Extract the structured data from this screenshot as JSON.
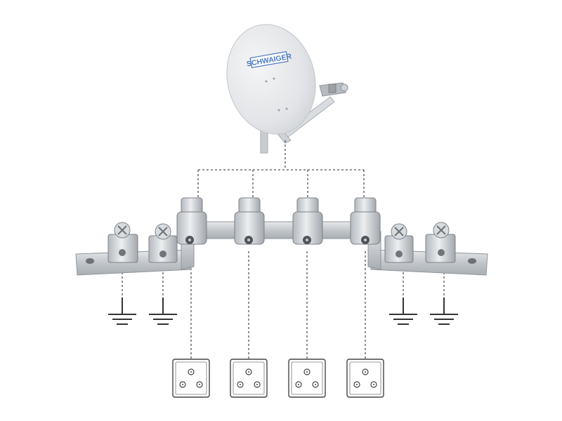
{
  "dish": {
    "brand": "SCHWAIGER"
  },
  "components": {
    "outputs": 4,
    "ground_symbols": 4,
    "wall_sockets": 4
  },
  "colors": {
    "dish_body": "#e4e6e9",
    "metal": "#c4c8cc",
    "brand": "#4c78c0",
    "line": "#555555"
  }
}
